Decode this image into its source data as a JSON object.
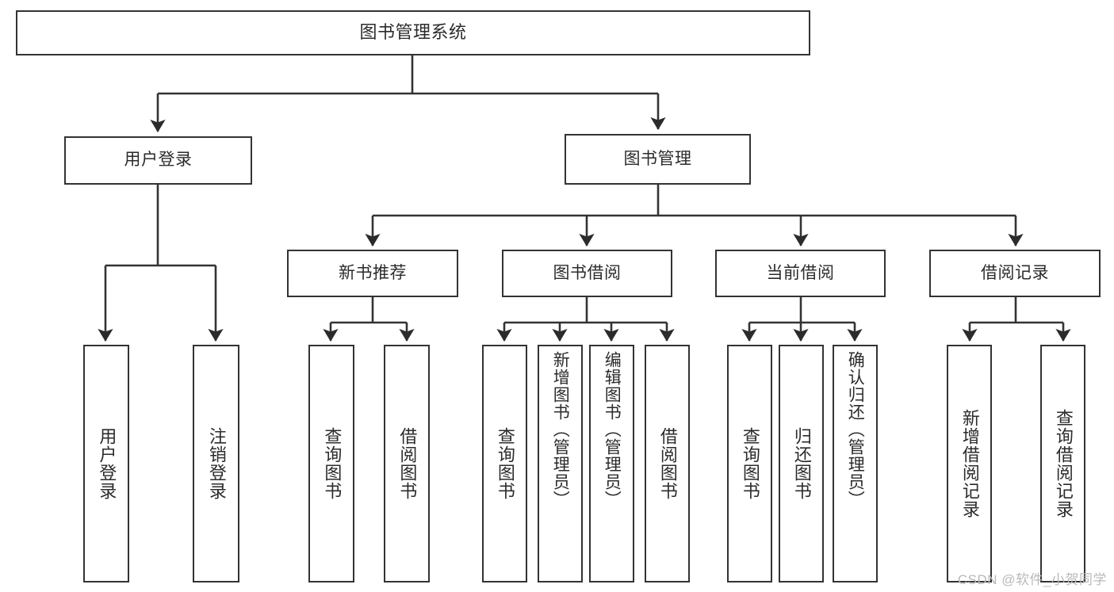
{
  "diagram": {
    "type": "tree-hierarchy",
    "title": "图书管理系统",
    "root": {
      "label": "图书管理系统"
    },
    "level1": [
      {
        "label": "用户登录"
      },
      {
        "label": "图书管理"
      }
    ],
    "level2": [
      {
        "label": "新书推荐",
        "parent": "图书管理"
      },
      {
        "label": "图书借阅",
        "parent": "图书管理"
      },
      {
        "label": "当前借阅",
        "parent": "图书管理"
      },
      {
        "label": "借阅记录",
        "parent": "图书管理"
      }
    ],
    "leaves": {
      "user_login": [
        {
          "label": "用户登录"
        },
        {
          "label": "注销登录"
        }
      ],
      "new_book_recommend": [
        {
          "label": "查询图书"
        },
        {
          "label": "借阅图书"
        }
      ],
      "book_borrow": [
        {
          "label": "查询图书"
        },
        {
          "label": "新增图书（管理员）"
        },
        {
          "label": "编辑图书（管理员）"
        },
        {
          "label": "借阅图书"
        }
      ],
      "current_borrow": [
        {
          "label": "查询图书"
        },
        {
          "label": "归还图书"
        },
        {
          "label": "确认归还（管理员）"
        }
      ],
      "borrow_record": [
        {
          "label": "新增借阅记录"
        },
        {
          "label": "查询借阅记录"
        }
      ]
    }
  },
  "watermark": {
    "text": "CSDN @软件_小贺同学"
  },
  "colors": {
    "stroke": "#333333",
    "background": "#ffffff",
    "text": "#2b2b2b",
    "watermark": "#b9b9b9"
  }
}
